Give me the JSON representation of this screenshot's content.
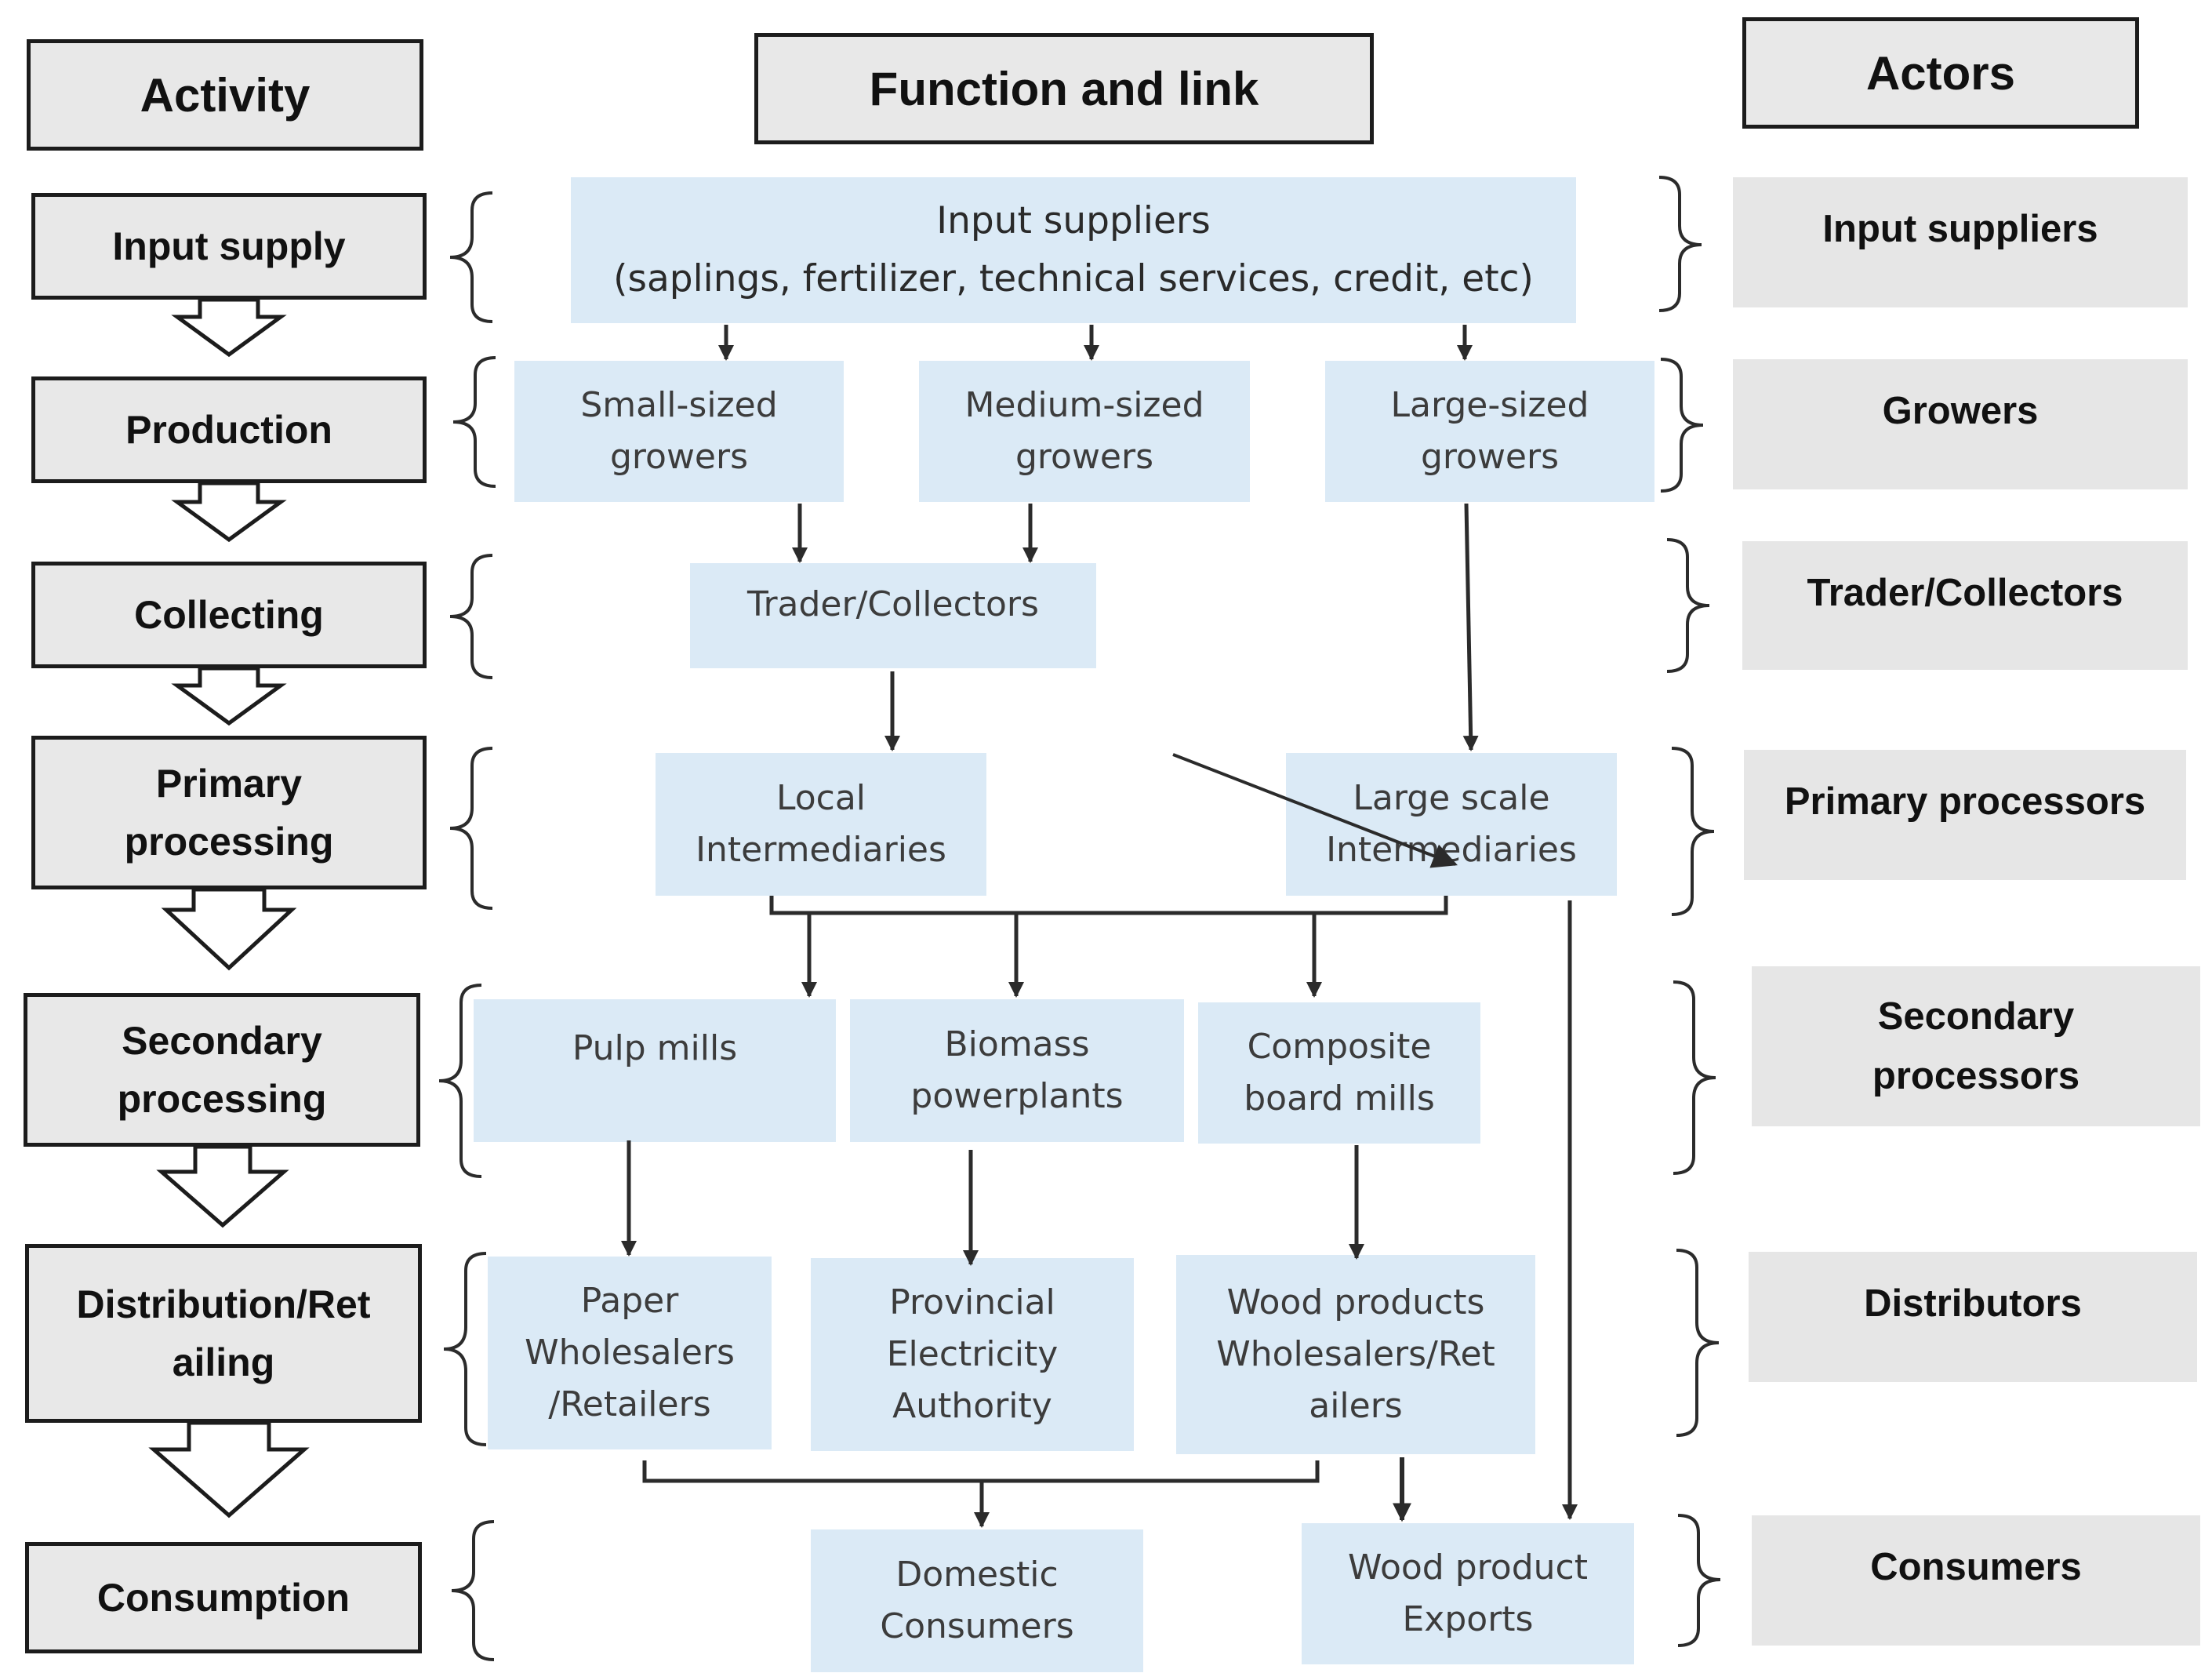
{
  "headers": {
    "activity": "Activity",
    "function": "Function and link",
    "actors": "Actors"
  },
  "activities": [
    "Input supply",
    "Production",
    "Collecting",
    "Primary\nprocessing",
    "Secondary\nprocessing",
    "Distribution/Ret\nailing",
    "Consumption"
  ],
  "nodes": {
    "input_suppliers": "Input suppliers\n(saplings, fertilizer, technical services, credit, etc)",
    "small_growers": "Small-sized\ngrowers",
    "medium_growers": "Medium-sized\ngrowers",
    "large_growers": "Large-sized\ngrowers",
    "trader_collectors": "Trader/Collectors",
    "local_intermediaries": "Local\nIntermediaries",
    "large_intermediaries": "Large scale\nIntermediaries",
    "pulp_mills": "Pulp mills",
    "biomass": "Biomass\npowerplants",
    "composite": "Composite\nboard mills",
    "paper_wholesalers": "Paper\nWholesalers\n/Retailers",
    "provincial_electricity": "Provincial\nElectricity\nAuthority",
    "wood_wholesalers": "Wood products\nWholesalers/Ret\nailers",
    "domestic_consumers": "Domestic\nConsumers",
    "wood_exports": "Wood product\nExports"
  },
  "actors": [
    "Input suppliers",
    "Growers",
    "Trader/Collectors",
    "Primary processors",
    "Secondary\nprocessors",
    "Distributors",
    "Consumers"
  ],
  "colors": {
    "node_fill": "#dbeaf6",
    "box_fill": "#e8e8e8",
    "actor_fill": "#e6e6e6",
    "line": "#2b2b2b"
  }
}
